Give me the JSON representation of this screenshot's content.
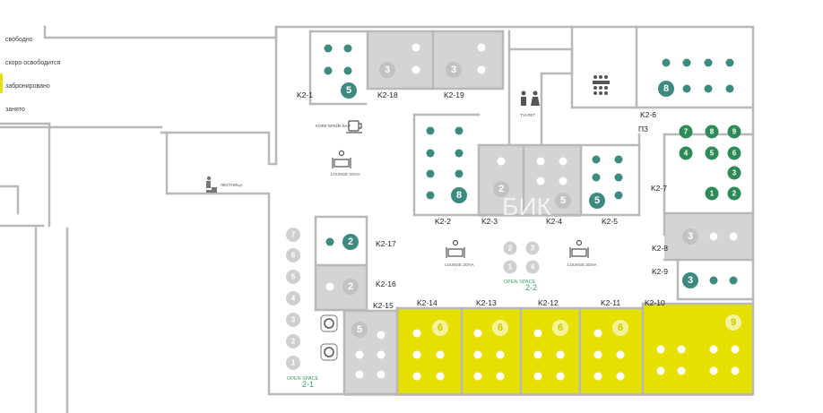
{
  "legend": [
    {
      "label": "свободно",
      "color": "#ffffff"
    },
    {
      "label": "скоро освободится",
      "color": "#ffffff"
    },
    {
      "label": "забронировано",
      "color": "#e5e000"
    },
    {
      "label": "занято",
      "color": "#ffffff"
    }
  ],
  "zones": {
    "coffee_bar": "КОФЕ-БРЕЙК БАР",
    "stairs": "ЛЕСТНИЦА",
    "toilet": "ТУАЛЕТ",
    "lounge": "LOUNGE ЗОНА",
    "open_space_word": "OPEN SPACE",
    "open_space_1": "2-1",
    "open_space_2": "2-2",
    "p3": "П3",
    "watermark": "БИК"
  },
  "colors": {
    "wall": "#b8b8b8",
    "gray_room": "#d4d4d4",
    "yellow": "#e5e000",
    "teal": "#3d8a80",
    "green": "#2e8b57",
    "gray_badge": "#c2c2c2"
  },
  "rooms": [
    {
      "id": "K2-1",
      "capacity": "5",
      "status": "free"
    },
    {
      "id": "K2-18",
      "capacity": "3",
      "status": "occupied"
    },
    {
      "id": "K2-19",
      "capacity": "3",
      "status": "occupied"
    },
    {
      "id": "K2-2",
      "capacity": "8",
      "status": "free"
    },
    {
      "id": "K2-3",
      "capacity": "2",
      "status": "occupied"
    },
    {
      "id": "K2-4",
      "capacity": "5",
      "status": "occupied"
    },
    {
      "id": "K2-5",
      "capacity": "5",
      "status": "free"
    },
    {
      "id": "K2-6",
      "capacity": "8",
      "status": "free"
    },
    {
      "id": "K2-7",
      "capacity": "",
      "status": "free"
    },
    {
      "id": "K2-8",
      "capacity": "3",
      "status": "occupied"
    },
    {
      "id": "K2-9",
      "capacity": "3",
      "status": "free"
    },
    {
      "id": "K2-10",
      "capacity": "9",
      "status": "booked"
    },
    {
      "id": "K2-11",
      "capacity": "6",
      "status": "booked"
    },
    {
      "id": "K2-12",
      "capacity": "6",
      "status": "booked"
    },
    {
      "id": "K2-13",
      "capacity": "6",
      "status": "booked"
    },
    {
      "id": "K2-14",
      "capacity": "6",
      "status": "booked"
    },
    {
      "id": "K2-15",
      "capacity": "5",
      "status": "occupied"
    },
    {
      "id": "K2-16",
      "capacity": "2",
      "status": "occupied"
    },
    {
      "id": "K2-17",
      "capacity": "2",
      "status": "free"
    }
  ],
  "k27_desks": [
    "7",
    "8",
    "9",
    "4",
    "5",
    "6",
    "3",
    "1",
    "2"
  ],
  "open_space_1_desks": [
    "7",
    "6",
    "5",
    "4",
    "3",
    "2",
    "1"
  ],
  "open_space_2_desks": [
    "2",
    "3",
    "1",
    "4"
  ]
}
